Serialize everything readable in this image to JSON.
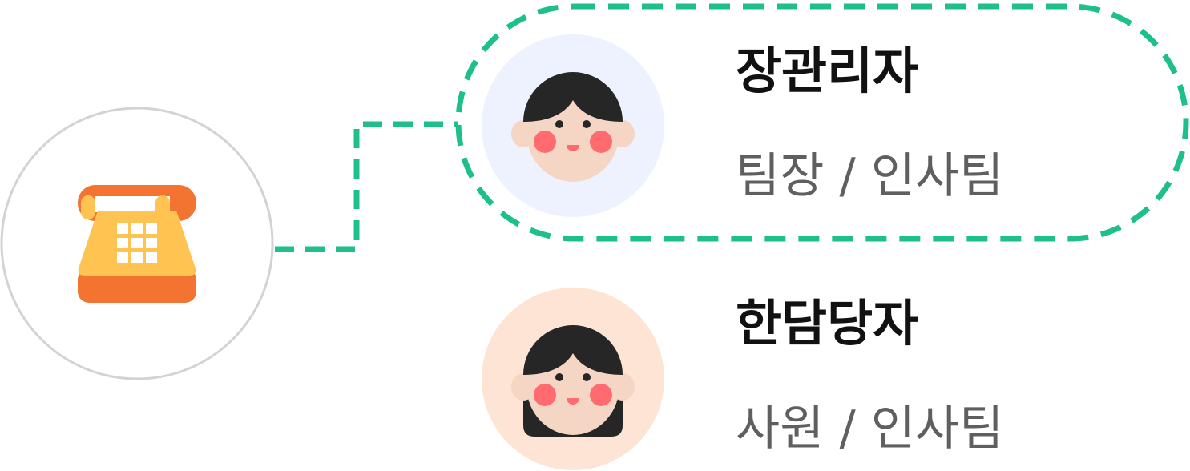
{
  "caller": {
    "icon": "telephone-icon"
  },
  "contacts": [
    {
      "name": "장관리자",
      "role": "팀장 / 인사팀",
      "avatar_bg": "#edf2fe",
      "hair": "short",
      "highlighted": true
    },
    {
      "name": "한담당자",
      "role": "사원 / 인사팀",
      "avatar_bg": "#fde4d5",
      "hair": "long",
      "highlighted": false
    }
  ],
  "colors": {
    "connector": "#1ec08a",
    "phone_base": "#f37330",
    "phone_body": "#fec350"
  }
}
